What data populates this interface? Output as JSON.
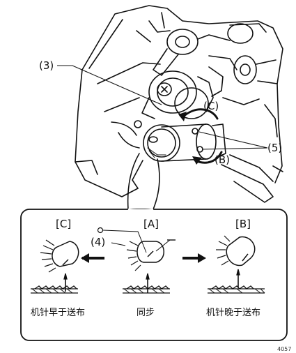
{
  "callouts": {
    "part3": "(3)",
    "part4": "(4)",
    "part5": "(5)",
    "arrowB": "(B)",
    "arrowC": "(C)"
  },
  "panels": [
    {
      "id": "C",
      "title": "[C]",
      "caption": "机针早于送布"
    },
    {
      "id": "A",
      "title": "[A]",
      "caption": "同步"
    },
    {
      "id": "B",
      "title": "[B]",
      "caption": "机针晚于送布"
    }
  ],
  "figure_number": "4057"
}
